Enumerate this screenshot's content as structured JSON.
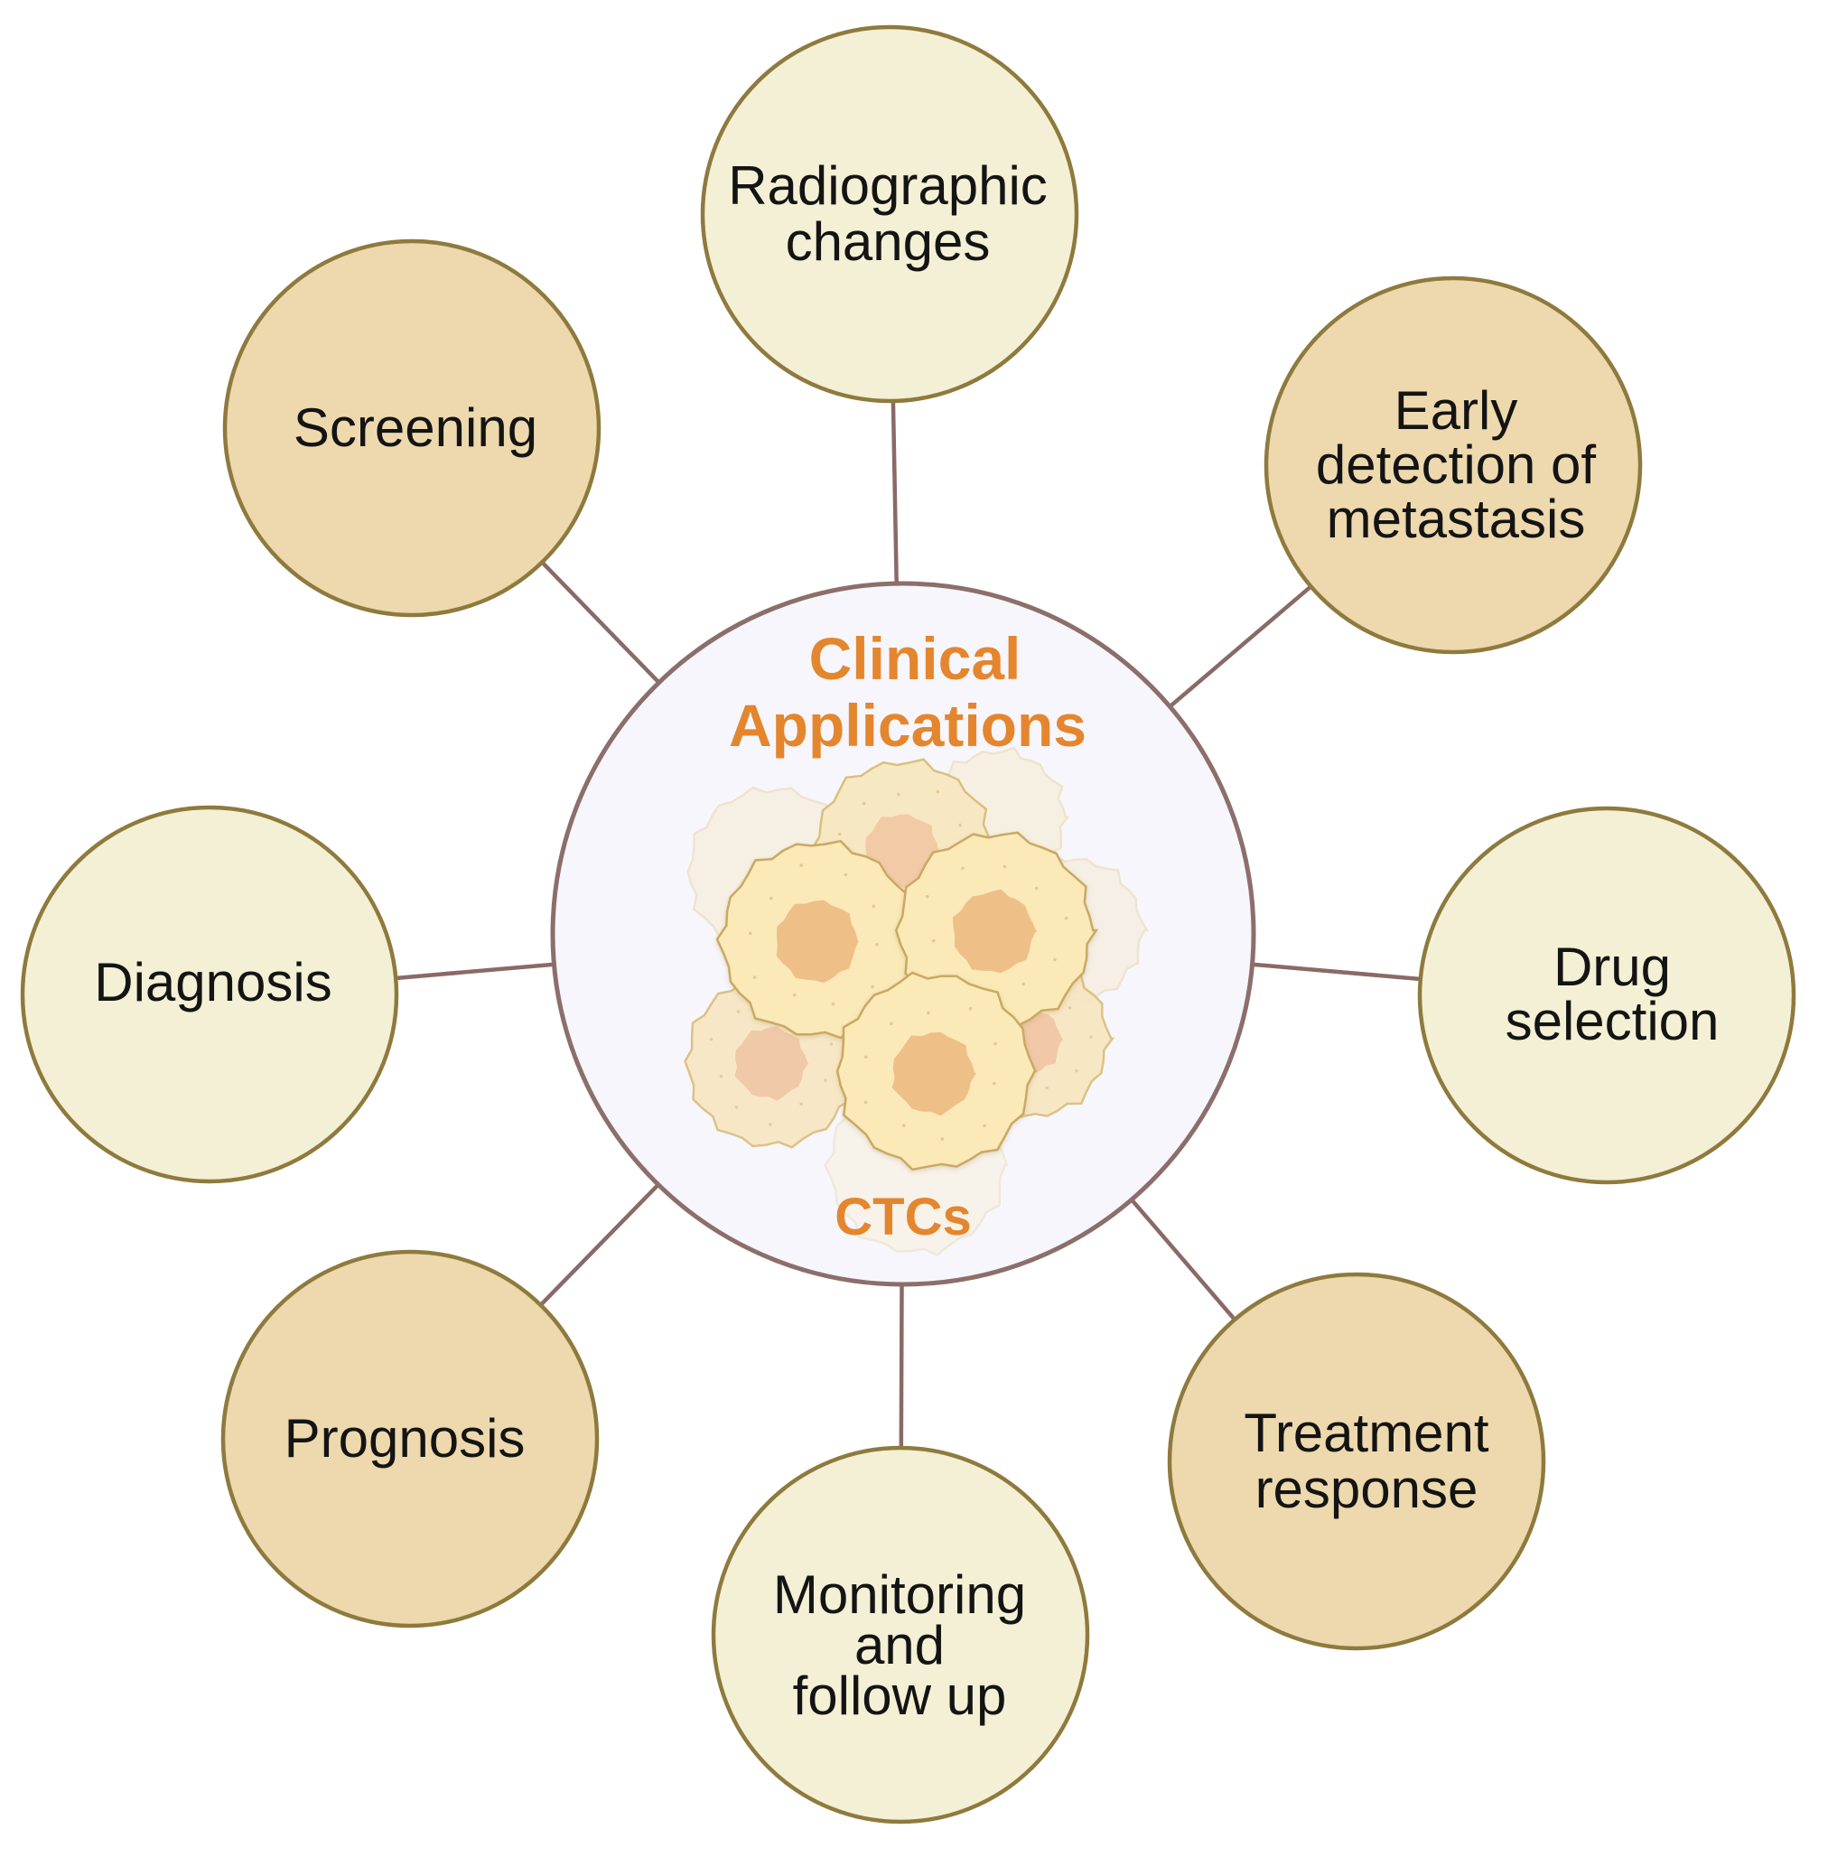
{
  "center": {
    "title_lines": [
      "Clinical",
      "Applications"
    ],
    "subtitle": "CTCs",
    "accent_color": "#e4862e",
    "cell_illustration": "ctc-cell-cluster-icon"
  },
  "colors": {
    "light_fill": "#f4f0d5",
    "tan_fill": "#edd9ad",
    "circle_stroke": "#8f7a3e",
    "connector": "#8a6a66"
  },
  "nodes": [
    {
      "id": "radiographic-changes",
      "lines": [
        "Radiographic",
        "changes"
      ],
      "shade": "light"
    },
    {
      "id": "early-detection-of-metastasis",
      "lines": [
        "Early",
        "detection of",
        "metastasis"
      ],
      "shade": "tan"
    },
    {
      "id": "drug-selection",
      "lines": [
        "Drug",
        "selection"
      ],
      "shade": "light"
    },
    {
      "id": "treatment-response",
      "lines": [
        "Treatment",
        "response"
      ],
      "shade": "tan"
    },
    {
      "id": "monitoring-and-follow-up",
      "lines": [
        "Monitoring",
        "and",
        "follow up"
      ],
      "shade": "light"
    },
    {
      "id": "prognosis",
      "lines": [
        "Prognosis"
      ],
      "shade": "tan"
    },
    {
      "id": "diagnosis",
      "lines": [
        "Diagnosis"
      ],
      "shade": "light"
    },
    {
      "id": "screening",
      "lines": [
        "Screening"
      ],
      "shade": "tan"
    }
  ]
}
